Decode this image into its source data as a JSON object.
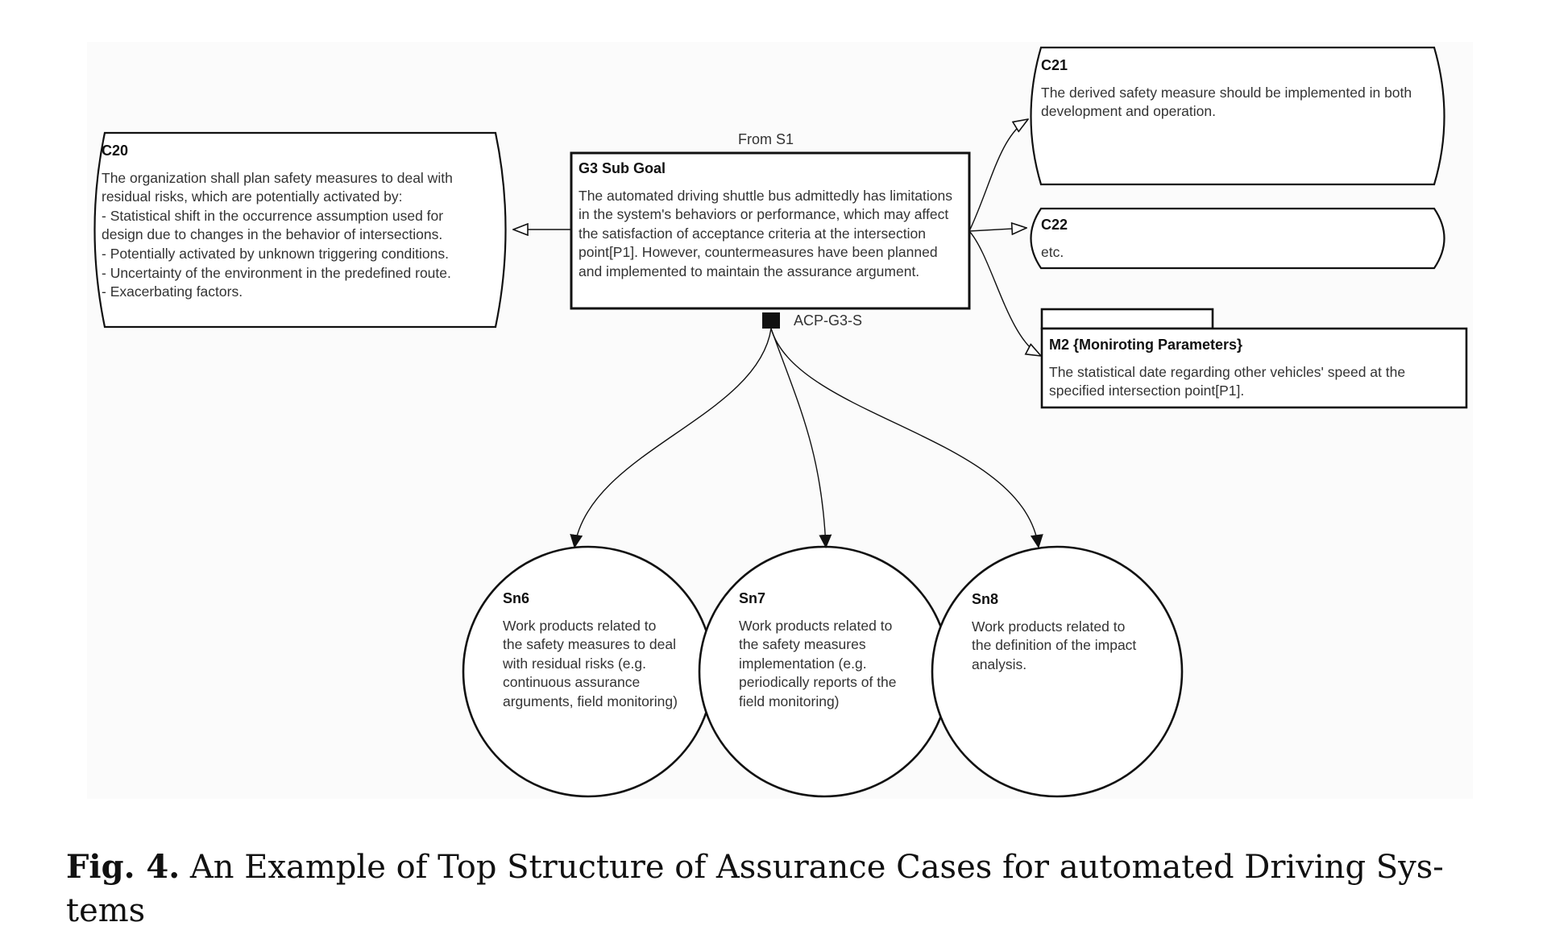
{
  "nodes": {
    "c20": {
      "id": "C20",
      "text": "The organization shall plan safety measures to deal with residual risks, which are potentially activated by:\n- Statistical shift in the occurrence assumption used for design due to changes in the behavior of intersections.\n- Potentially activated by unknown triggering conditions.\n- Uncertainty of the environment in the predefined route.\n- Exacerbating factors."
    },
    "g3": {
      "id": "G3 Sub Goal",
      "text": "The automated driving shuttle bus admittedly has limitations in the system's behaviors or performance, which may affect the satisfaction of acceptance criteria at the intersection point[P1]. However, countermeasures have been planned and implemented to maintain the assurance argument."
    },
    "c21": {
      "id": "C21",
      "text": "The derived safety measure should be implemented in both development and operation."
    },
    "c22": {
      "id": "C22",
      "text": "etc."
    },
    "m2": {
      "id": "M2 {Moniroting Parameters}",
      "text": "The  statistical date regarding other vehicles' speed at the specified intersection point[P1]."
    },
    "sn6": {
      "id": "Sn6",
      "text": "Work products related to the safety measures to deal with residual risks (e.g. continuous assurance arguments, field monitoring)"
    },
    "sn7": {
      "id": "Sn7",
      "text": "Work products related to the safety measures implementation (e.g. periodically reports of the field monitoring)"
    },
    "sn8": {
      "id": "Sn8",
      "text": "Work products related to the definition of the impact analysis."
    }
  },
  "labels": {
    "from_s1": "From S1",
    "strategy": "ACP-G3-S"
  },
  "caption": {
    "prefix": "Fig. 4.",
    "text": "An Example of Top Structure of Assurance Cases for automated Driving Sys-\ntems"
  },
  "colors": {
    "stroke": "#111111",
    "text": "#333333"
  }
}
